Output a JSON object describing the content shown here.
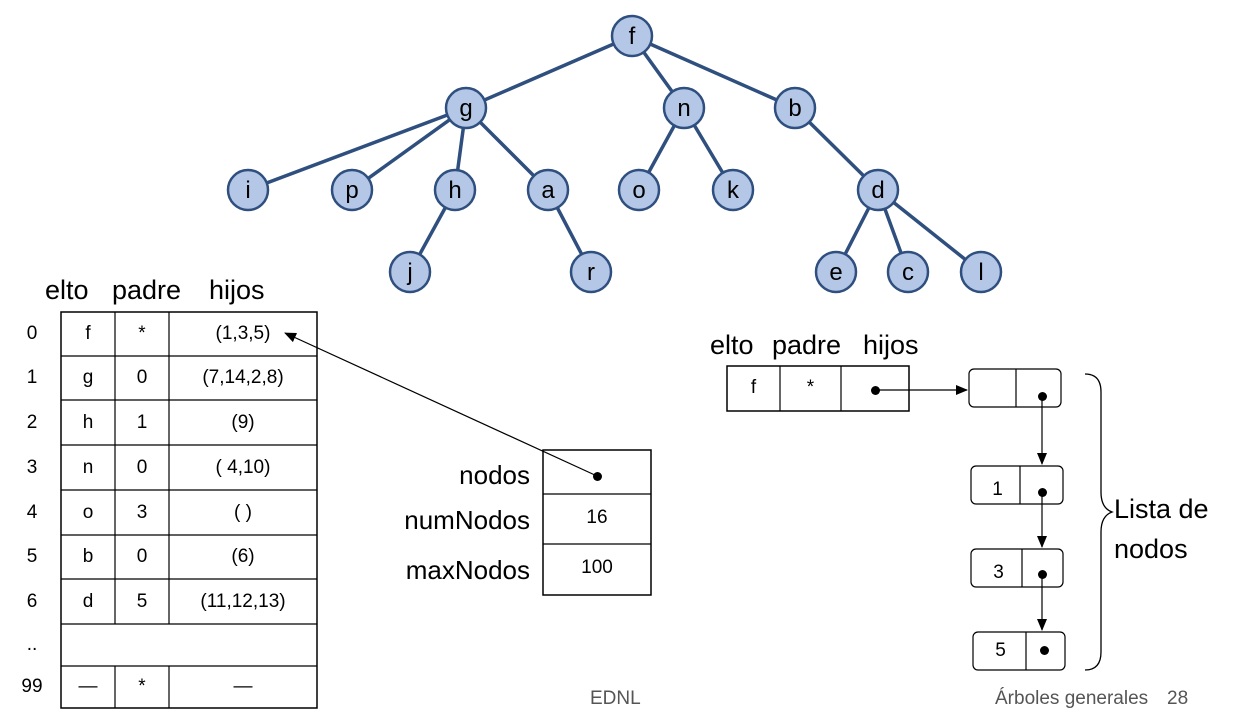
{
  "tree": {
    "nodes": [
      {
        "id": "f",
        "label": "f"
      },
      {
        "id": "g",
        "label": "g"
      },
      {
        "id": "n",
        "label": "n"
      },
      {
        "id": "b",
        "label": "b"
      },
      {
        "id": "i",
        "label": "i"
      },
      {
        "id": "p",
        "label": "p"
      },
      {
        "id": "h",
        "label": "h"
      },
      {
        "id": "a",
        "label": "a"
      },
      {
        "id": "o",
        "label": "o"
      },
      {
        "id": "k",
        "label": "k"
      },
      {
        "id": "d",
        "label": "d"
      },
      {
        "id": "j",
        "label": "j"
      },
      {
        "id": "r",
        "label": "r"
      },
      {
        "id": "e",
        "label": "e"
      },
      {
        "id": "c",
        "label": "c"
      },
      {
        "id": "l",
        "label": "l"
      }
    ],
    "edges": [
      [
        "f",
        "g"
      ],
      [
        "f",
        "n"
      ],
      [
        "f",
        "b"
      ],
      [
        "g",
        "i"
      ],
      [
        "g",
        "p"
      ],
      [
        "g",
        "h"
      ],
      [
        "g",
        "a"
      ],
      [
        "n",
        "o"
      ],
      [
        "n",
        "k"
      ],
      [
        "b",
        "d"
      ],
      [
        "h",
        "j"
      ],
      [
        "a",
        "r"
      ],
      [
        "d",
        "e"
      ],
      [
        "d",
        "c"
      ],
      [
        "d",
        "l"
      ]
    ],
    "node_fill": "#b4c7e7",
    "node_stroke": "#2f4f7f",
    "edge_color": "#2f4f7f"
  },
  "table": {
    "headers": [
      "elto",
      "padre",
      "hijos"
    ],
    "rows": [
      {
        "index": "0",
        "elto": "f",
        "padre": "*",
        "hijos": "(1,3,5)"
      },
      {
        "index": "1",
        "elto": "g",
        "padre": "0",
        "hijos": "(7,14,2,8)"
      },
      {
        "index": "2",
        "elto": "h",
        "padre": "1",
        "hijos": "(9)"
      },
      {
        "index": "3",
        "elto": "n",
        "padre": "0",
        "hijos": "( 4,10)"
      },
      {
        "index": "4",
        "elto": "o",
        "padre": "3",
        "hijos": "( )"
      },
      {
        "index": "5",
        "elto": "b",
        "padre": "0",
        "hijos": "(6)"
      },
      {
        "index": "6",
        "elto": "d",
        "padre": "5",
        "hijos": "(11,12,13)"
      },
      {
        "index": "..",
        "elto": "",
        "padre": "",
        "hijos": ""
      },
      {
        "index": "99",
        "elto": "—",
        "padre": "*",
        "hijos": "—"
      }
    ]
  },
  "struct": {
    "fields": [
      {
        "label": "nodos",
        "value": ""
      },
      {
        "label": "numNodos",
        "value": "16"
      },
      {
        "label": "maxNodos",
        "value": "100"
      }
    ]
  },
  "node_record": {
    "headers": [
      "elto",
      "padre",
      "hijos"
    ],
    "elto": "f",
    "padre": "*"
  },
  "child_list": {
    "items": [
      "1",
      "3",
      "5"
    ],
    "brace_label_line1": "Lista de",
    "brace_label_line2": "nodos"
  },
  "footer": {
    "center": "EDNL",
    "right": "Árboles generales",
    "page": "28"
  }
}
